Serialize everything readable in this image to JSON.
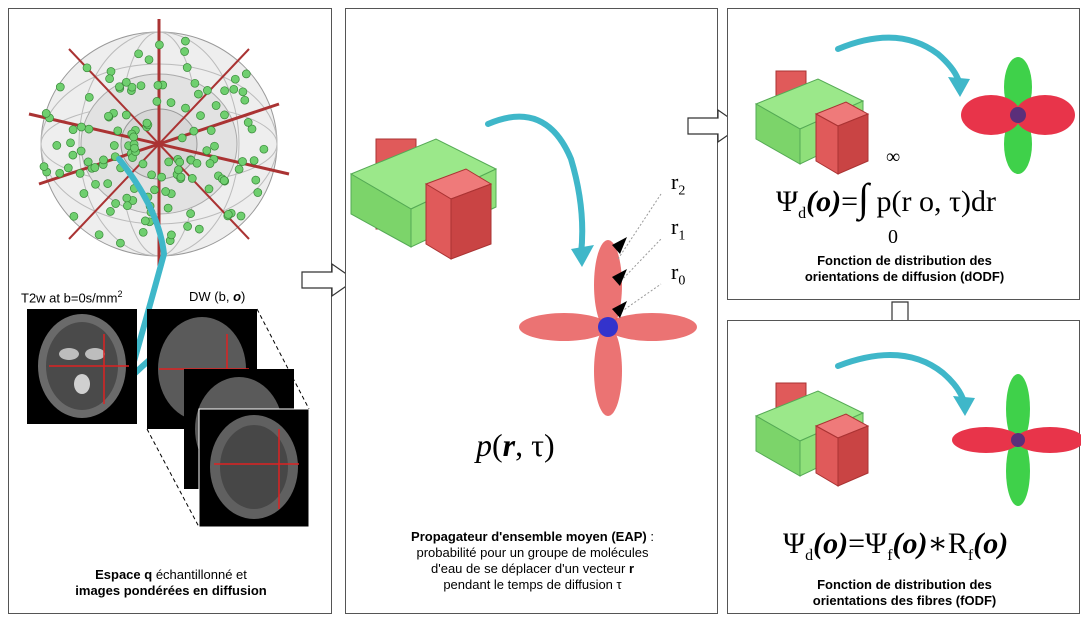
{
  "panel1": {
    "label_t2w": "T2w at b=0s/mm",
    "label_t2w_sup": "2",
    "label_dw": "DW  (b, ",
    "label_dw_o": "o",
    "label_dw_end": ")",
    "caption_line1_bold": "Espace q",
    "caption_line1_rest": " échantillonné et",
    "caption_line2": "images pondérées en diffusion"
  },
  "panel2": {
    "r2": "r",
    "r2_sub": "2",
    "r1": "r",
    "r1_sub": "1",
    "r0": "r",
    "r0_sub": "0",
    "formula_p": "p",
    "formula_open": "(",
    "formula_r": "r",
    "formula_sep": ", τ",
    "formula_close": ")",
    "caption_title": "Propagateur d'ensemble moyen (EAP)",
    "caption_title_end": " :",
    "caption_line2": "probabilité pour un groupe de molécules",
    "caption_line3_start": "d'eau de se déplacer d'un vecteur ",
    "caption_line3_r": "r",
    "caption_line4": "pendant le temps de diffusion τ"
  },
  "panel3": {
    "formula_psi": "Ψ",
    "formula_sub_d": "d",
    "formula_lhs_arg": "(o)",
    "formula_eq": "=",
    "formula_upper": "∞",
    "formula_lower": "0",
    "formula_integral": "∫",
    "formula_rhs": "p(r o, τ)dr",
    "caption_line1": "Fonction de distribution des",
    "caption_line2": "orientations de diffusion (dODF)"
  },
  "panel4": {
    "formula_psi_d": "Ψ",
    "formula_sub_d": "d",
    "formula_arg1": "(o)",
    "formula_eq": "=",
    "formula_psi_f": "Ψ",
    "formula_sub_f": "f",
    "formula_arg2": "(o)",
    "formula_conv": "∗",
    "formula_R": "R",
    "formula_sub_Rf": "f",
    "formula_arg3": "(o)",
    "caption_line1": "Fonction de distribution des",
    "caption_line2": "orientations des fibres (fODF)"
  },
  "colors": {
    "fiber_green": "#8fe07a",
    "fiber_red": "#e05a5a",
    "arrow_cyan": "#3fb7c9",
    "sphere_dot": "#6fcf6f",
    "odf_red": "#e8344a",
    "odf_green": "#3fd14a"
  }
}
